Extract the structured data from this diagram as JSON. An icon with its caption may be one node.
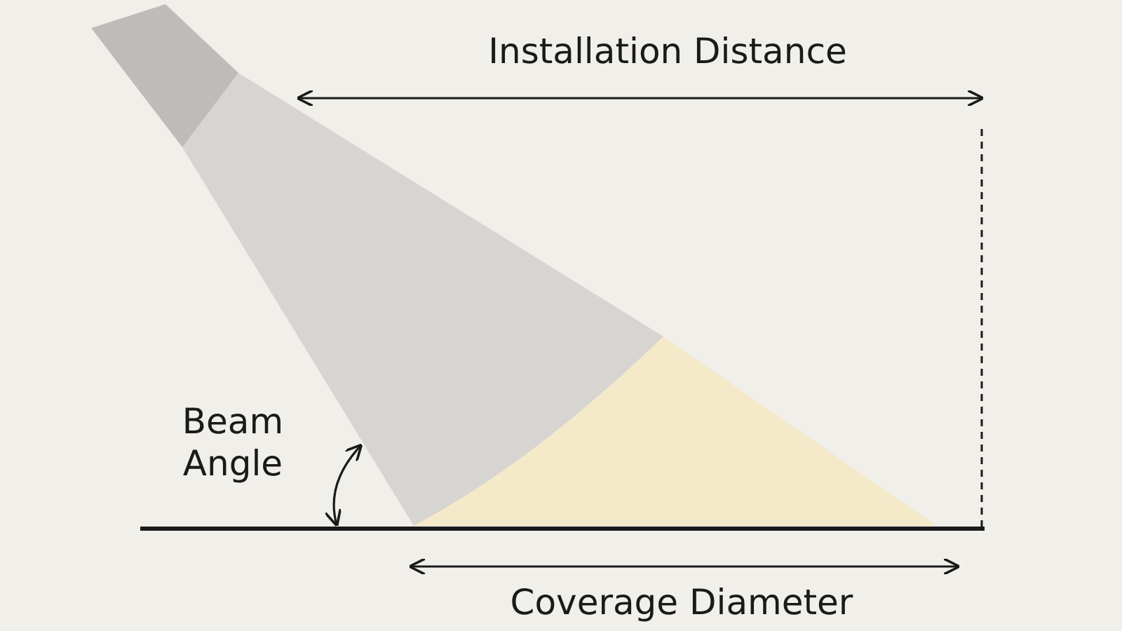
{
  "diagram": {
    "labels": [
      "Installation Distance",
      "Beam Angle",
      "Coverage Diameter"
    ]
  }
}
